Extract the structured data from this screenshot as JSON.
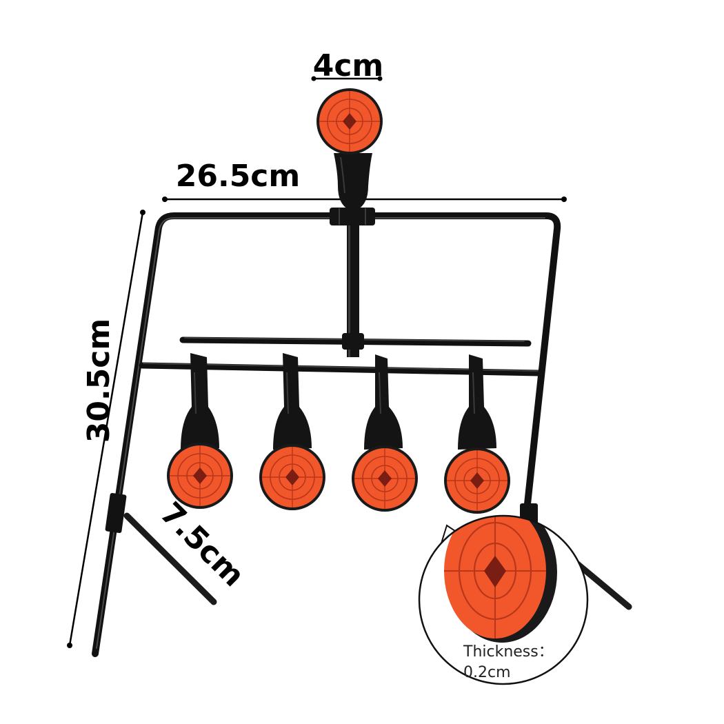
{
  "dimensions": {
    "plate_diameter": "4cm",
    "frame_width": "26.5cm",
    "frame_height": "30.5cm",
    "leg_length": "7.5cm"
  },
  "inset": {
    "thickness_label": "Thickness：",
    "thickness_value": "0.2cm"
  },
  "colors": {
    "plate_orange": "#f2572b",
    "plate_ring": "#b8361a",
    "frame_black": "#111111",
    "plate_edge": "#1a1a1a"
  },
  "targets": {
    "count": 5,
    "icon": "reset-target-icon"
  }
}
